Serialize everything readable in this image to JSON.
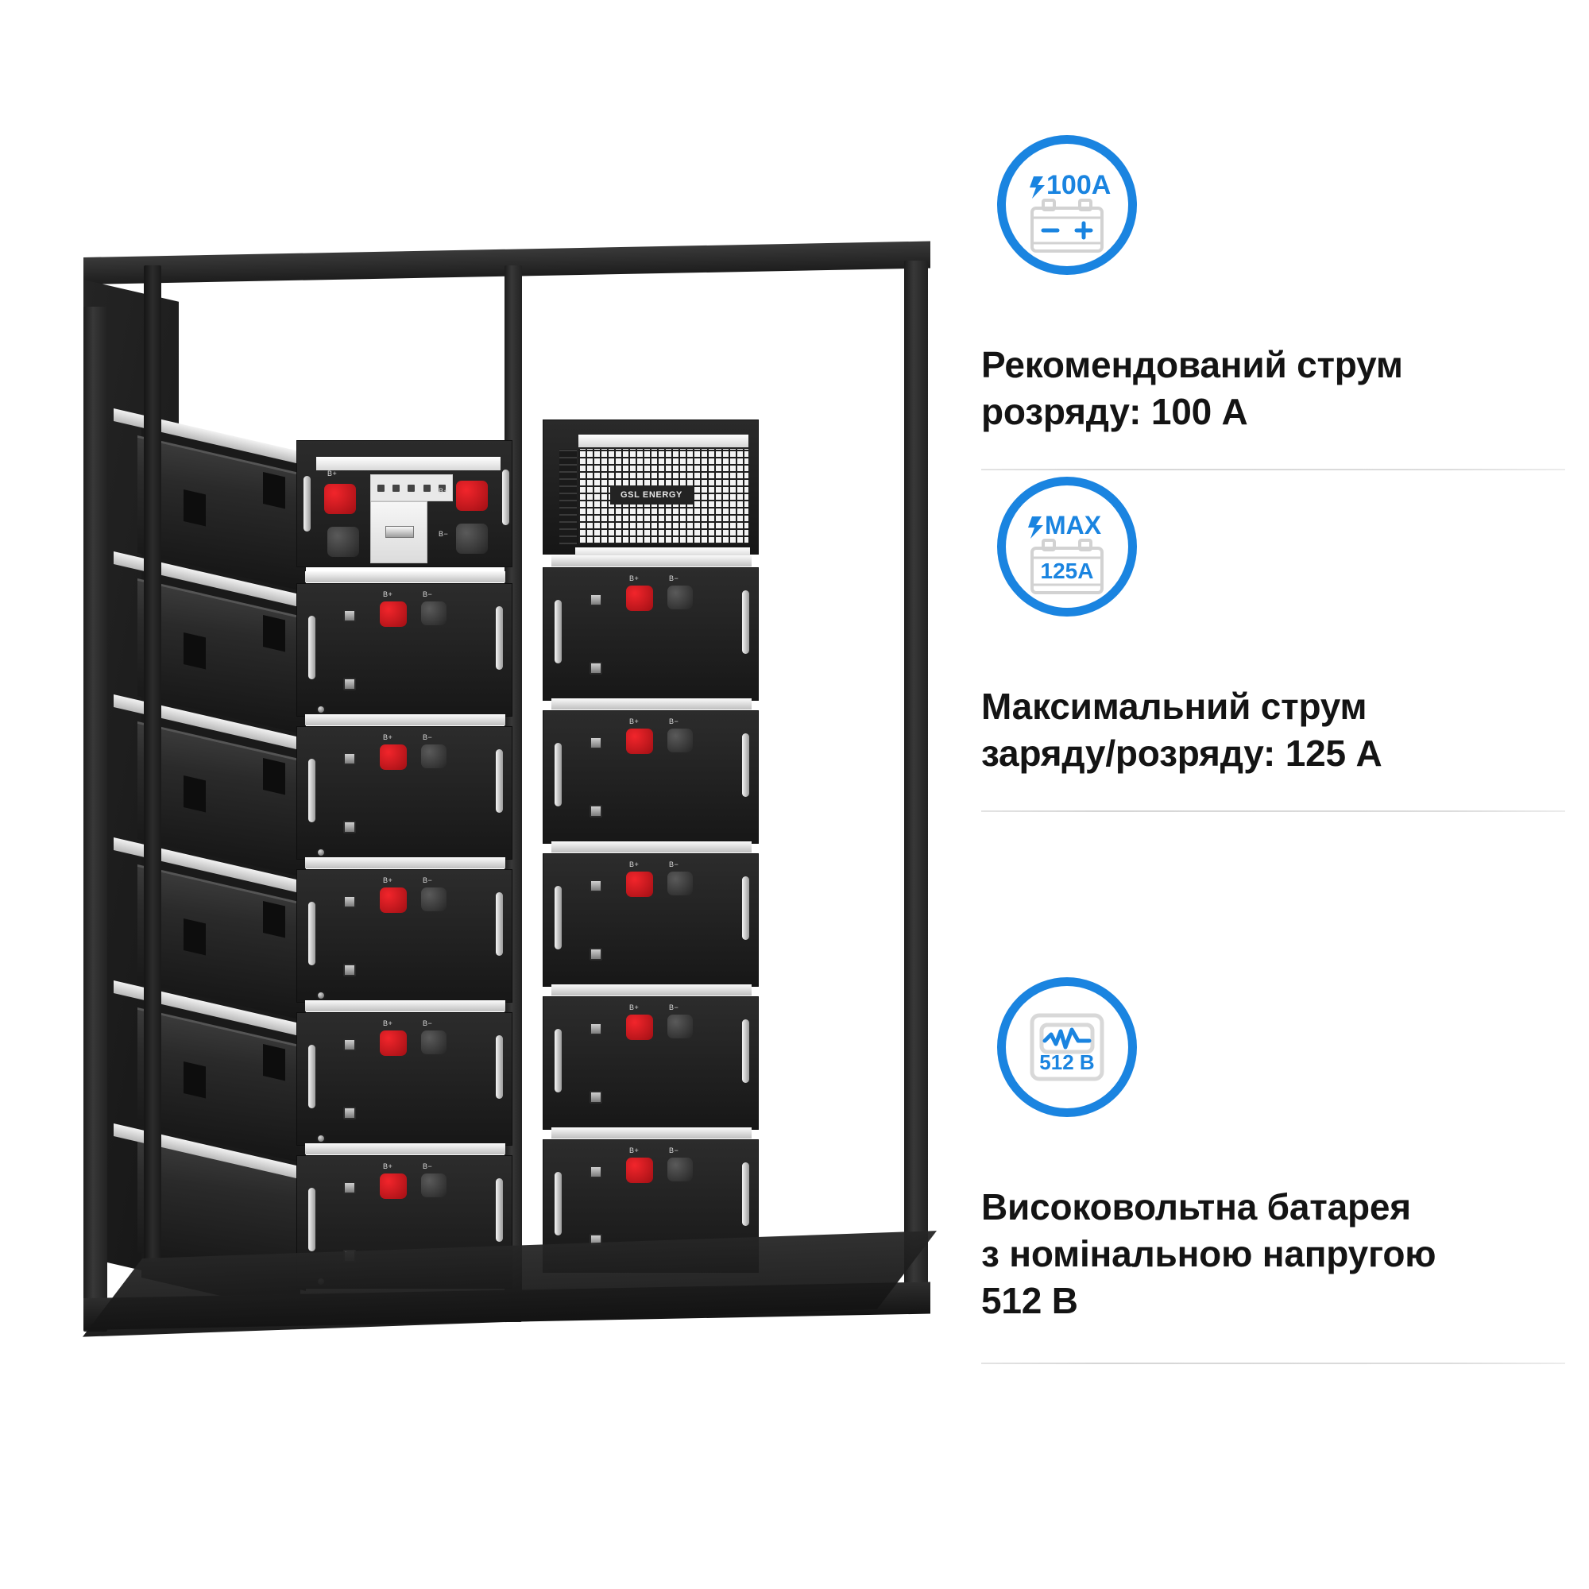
{
  "page": {
    "background_color": "#ffffff",
    "accent_color": "#1a84e0",
    "text_color": "#141414"
  },
  "product": {
    "brand_logo": "GSL ENERGY",
    "module_terminal_positive": "B+",
    "module_terminal_negative": "B−",
    "battery_module_count": 10,
    "rack_columns": 2
  },
  "features": [
    {
      "icon_name": "battery-100a-icon",
      "icon_top_label": "100A",
      "icon_bolt": "⚡",
      "icon_inner_minus": "−",
      "icon_inner_plus": "+",
      "text": "Рекомендований струм\nрозряду: 100 А"
    },
    {
      "icon_name": "battery-max-125a-icon",
      "icon_top_label": "MAX",
      "icon_bolt": "⚡",
      "icon_inner_value": "125A",
      "text": "Максимальний струм\nзаряду/розряду: 125 А"
    },
    {
      "icon_name": "voltage-monitor-512v-icon",
      "icon_inner_value": "512 В",
      "text": "Високовольтна батарея\nз номінальною напругою\n512 В"
    }
  ]
}
